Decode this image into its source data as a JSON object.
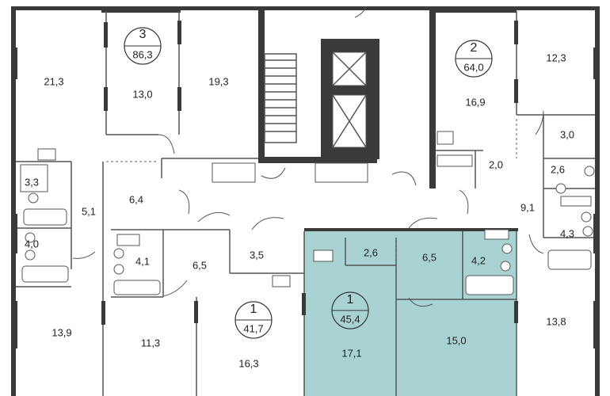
{
  "colors": {
    "highlight_fill": "#a9d3d3",
    "wall": "#3a3a3a",
    "background": "#ffffff"
  },
  "apartments": [
    {
      "number": "3",
      "area": "86,3"
    },
    {
      "number": "2",
      "area": "64,0"
    },
    {
      "number": "1",
      "area": "41,7"
    },
    {
      "number": "1",
      "area": "45,4",
      "highlighted": true
    }
  ],
  "rooms": [
    "21,3",
    "13,0",
    "19,3",
    "16,9",
    "12,3",
    "3,0",
    "2,0",
    "2,6",
    "3,3",
    "5,1",
    "6,4",
    "9,1",
    "4,3",
    "4,0",
    "4,1",
    "6,5",
    "3,5",
    "2,6",
    "6,5",
    "4,2",
    "13,9",
    "11,3",
    "16,3",
    "17,1",
    "15,0",
    "13,8"
  ]
}
